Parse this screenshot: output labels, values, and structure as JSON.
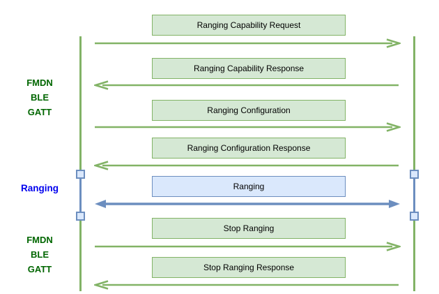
{
  "colors": {
    "bg": "#FFFFFF",
    "green-stroke": "#82B366",
    "green-fill": "#D5E8D4",
    "blue-stroke": "#6C8EBF",
    "blue-fill": "#DAE8FC",
    "label-green": "#006600",
    "label-blue": "#0000EE",
    "text": "#000000"
  },
  "phases": [
    {
      "name": "fmdn-ble-gatt-top",
      "lines": [
        "FMDN",
        "BLE",
        "GATT"
      ]
    },
    {
      "name": "ranging",
      "lines": [
        "Ranging"
      ]
    },
    {
      "name": "fmdn-ble-gatt-bottom",
      "lines": [
        "FMDN",
        "BLE",
        "GATT"
      ]
    }
  ],
  "messages": [
    {
      "label": "Ranging Capability Request",
      "direction": "right",
      "scheme": "green"
    },
    {
      "label": "Ranging Capability Response",
      "direction": "left",
      "scheme": "green"
    },
    {
      "label": "Ranging Configuration",
      "direction": "right",
      "scheme": "green"
    },
    {
      "label": "Ranging Configuration Response",
      "direction": "left",
      "scheme": "green"
    },
    {
      "label": "Ranging",
      "direction": "both",
      "scheme": "blue"
    },
    {
      "label": "Stop Ranging",
      "direction": "right",
      "scheme": "green"
    },
    {
      "label": "Stop Ranging Response",
      "direction": "left",
      "scheme": "green"
    }
  ]
}
